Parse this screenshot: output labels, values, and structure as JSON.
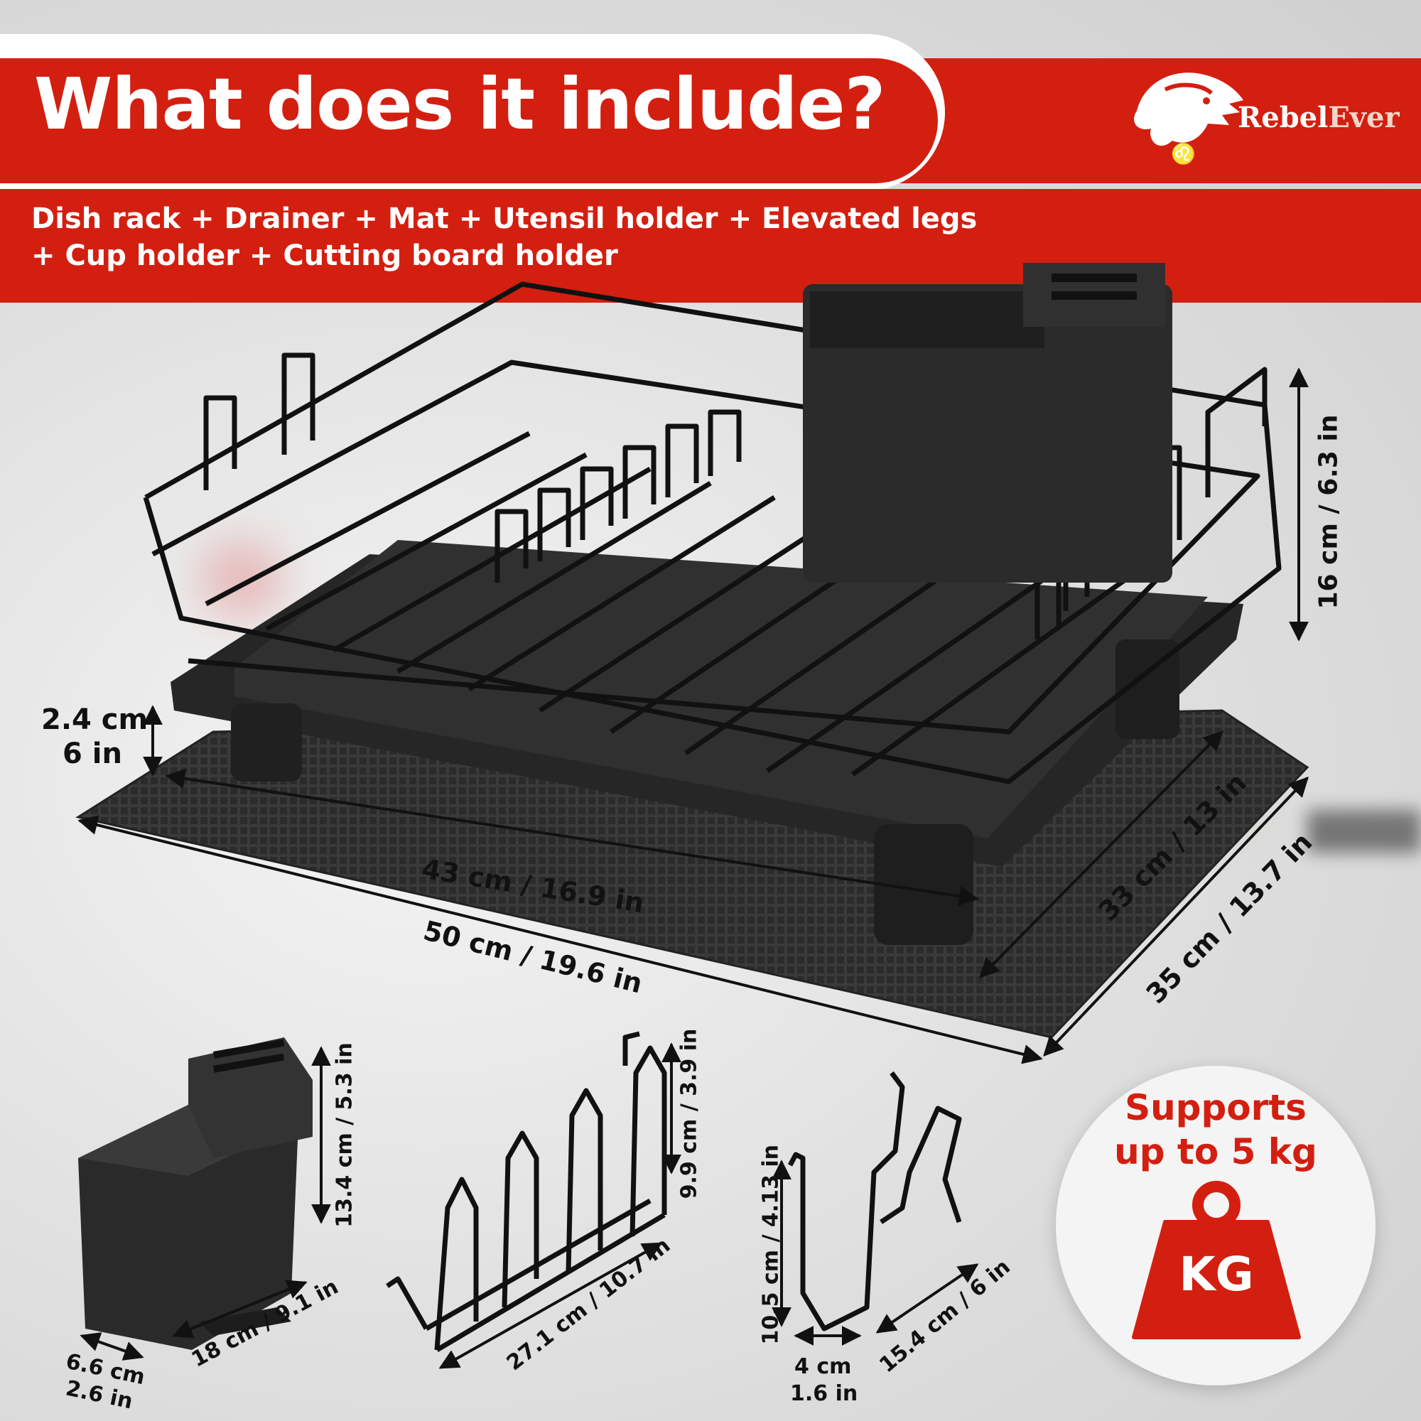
{
  "header": {
    "title": "What does it include?",
    "subtitle_line1": "Dish rack + Drainer + Mat + Utensil holder + Elevated legs",
    "subtitle_line2": "+ Cup holder + Cutting board holder"
  },
  "brand": {
    "name_part1": "Rebel",
    "name_part2": "Ever"
  },
  "dimensions": {
    "rack_height": "16 cm / 6.3 in",
    "leg_height_cm": "2.4 cm",
    "leg_height_in": "6 in",
    "rack_width": "43 cm / 16.9 in",
    "mat_width": "50 cm / 19.6 in",
    "rack_depth": "33 cm / 13 in",
    "mat_depth": "35 cm / 13.7 in",
    "utensil_height": "13.4 cm / 5.3 in",
    "utensil_width": "18 cm / 9.1 in",
    "utensil_depth_cm": "6.6 cm",
    "utensil_depth_in": "2.6 in",
    "plate_holder_height": "9.9 cm / 3.9 in",
    "plate_holder_length": "27.1 cm / 10.7 in",
    "board_holder_height": "10.5 cm / 4.13 in",
    "board_holder_length": "15.4 cm / 6 in",
    "board_holder_width_cm": "4 cm",
    "board_holder_width_in": "1.6 in"
  },
  "badge": {
    "line1": "Supports",
    "line2": "up to 5 kg",
    "weight_label": "KG"
  },
  "colors": {
    "brand_red": "#d31f10",
    "product_black": "#1c1c1c"
  }
}
